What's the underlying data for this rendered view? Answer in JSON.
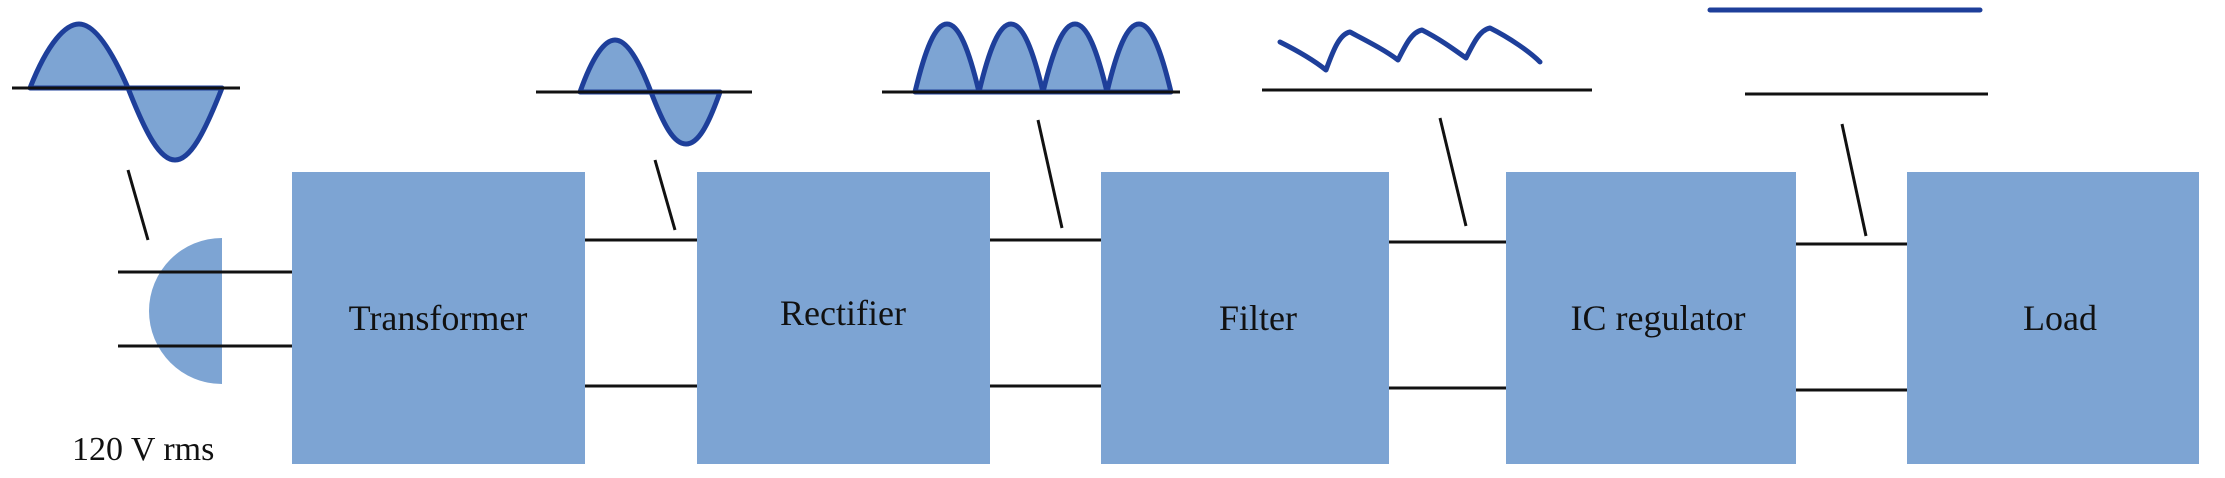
{
  "colors": {
    "block_fill": "#7da4d3",
    "waveform_stroke": "#1e3f9a",
    "line": "#111111"
  },
  "source": {
    "label": "120 V rms",
    "icon": "ac-plug-icon"
  },
  "blocks": [
    {
      "id": "transformer",
      "label": "Transformer"
    },
    {
      "id": "rectifier",
      "label": "Rectifier"
    },
    {
      "id": "filter",
      "label": "Filter"
    },
    {
      "id": "ic-regulator",
      "label": "IC regulator"
    },
    {
      "id": "load",
      "label": "Load"
    }
  ],
  "waveforms": [
    {
      "stage": "ac-input",
      "shape": "full-sine"
    },
    {
      "stage": "transformer-output",
      "shape": "small-sine"
    },
    {
      "stage": "rectifier-output",
      "shape": "full-wave-rectified"
    },
    {
      "stage": "filter-output",
      "shape": "ripple"
    },
    {
      "stage": "regulator-output",
      "shape": "dc-level"
    }
  ]
}
